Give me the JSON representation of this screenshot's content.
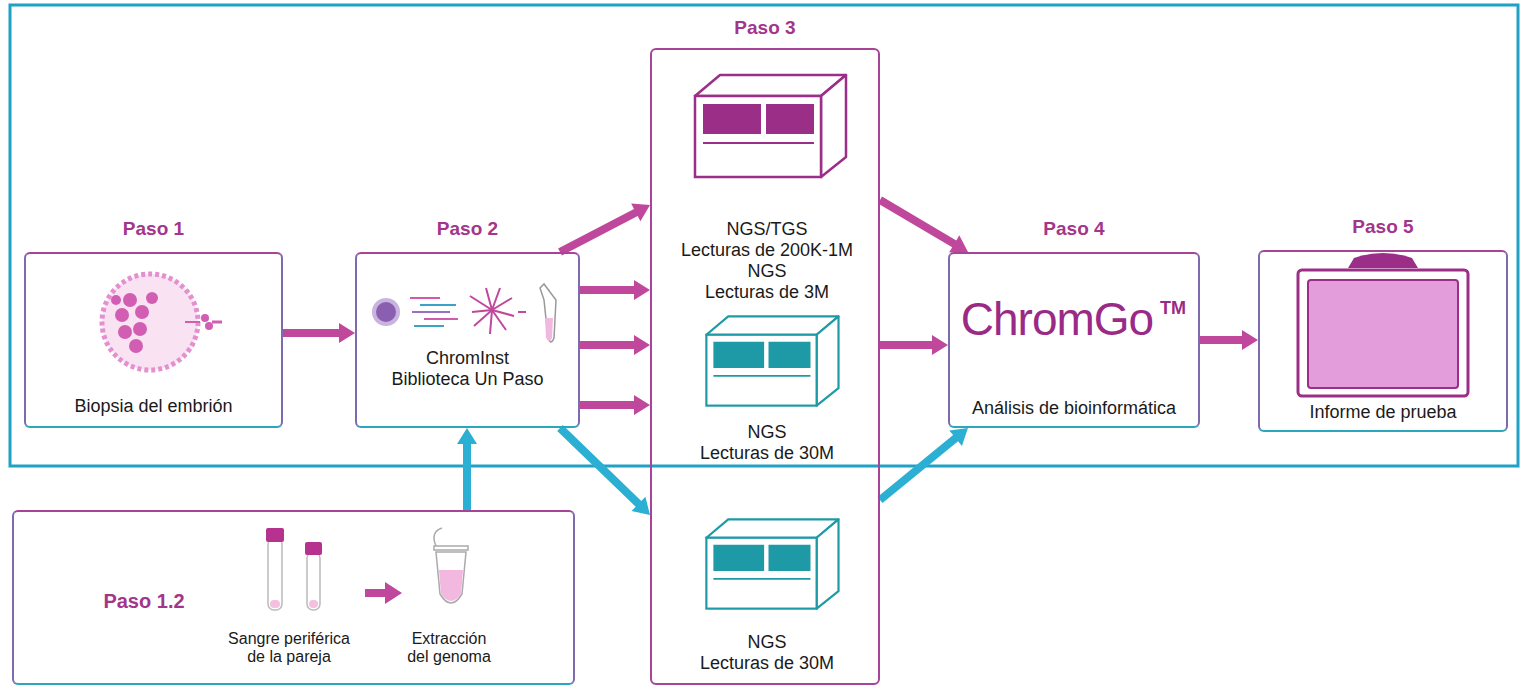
{
  "diagram": {
    "nodes": [
      {
        "text": [
          "Paso 1",
          "Biopsia del embrión"
        ]
      },
      {
        "text": [
          "Paso 2",
          "ChromInst Biblioteca Un Paso"
        ]
      },
      {
        "text": [
          "Paso 3"
        ]
      },
      {
        "text": [
          "NGS/TGS Lecturas de 200K-1M"
        ],
        "in": 2
      },
      {
        "text": [
          "NGS Lecturas de 3M"
        ],
        "in": 2
      },
      {
        "text": [
          "NGS Lecturas de 30M"
        ],
        "in": 2
      },
      {
        "text": [
          "NGS Lecturas de 30M"
        ],
        "in": 2
      },
      {
        "text": [
          "Paso 4",
          "ChromGo",
          "TM",
          "Análisis de bioinformática"
        ]
      },
      {
        "text": [
          "Paso 5",
          "Informe de prueba"
        ]
      },
      {
        "text": [
          "Paso 1.2",
          "Sangre periférica de la pareja",
          "Extracción del genoma"
        ]
      }
    ],
    "edges": [
      {
        "from": 0,
        "to": 1,
        "arrow": "to"
      },
      {
        "from": 1,
        "to": 3,
        "arrow": "to"
      },
      {
        "from": 1,
        "to": 4,
        "arrow": "to"
      },
      {
        "from": 1,
        "to": 5,
        "arrow": "to"
      },
      {
        "from": 1,
        "to": 5,
        "arrow": "to"
      },
      {
        "from": 3,
        "to": 7,
        "arrow": "to"
      },
      {
        "from": 5,
        "to": 7,
        "arrow": "to"
      },
      {
        "from": 6,
        "to": 7,
        "arrow": "to"
      },
      {
        "from": 7,
        "to": 8,
        "arrow": "to"
      },
      {
        "from": 9,
        "to": 1,
        "arrow": "to"
      },
      {
        "from": 1,
        "to": 6,
        "arrow": "to"
      }
    ]
  }
}
